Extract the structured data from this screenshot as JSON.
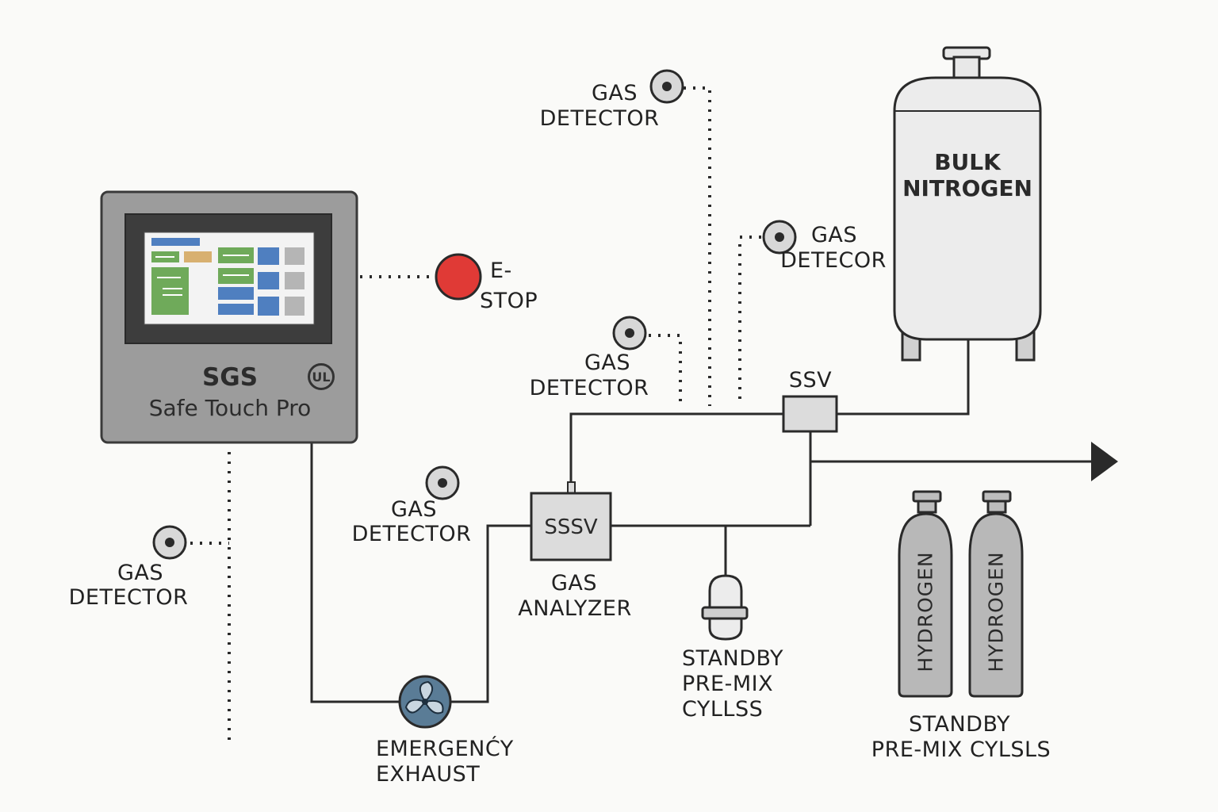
{
  "controller": {
    "brand": "SGS",
    "model": "Safe Touch Pro",
    "badge": "UL"
  },
  "estop": {
    "line1": "E-",
    "line2": "STOP"
  },
  "gas_detectors": [
    {
      "line1": "GAS",
      "line2": "DETECTOR"
    },
    {
      "line1": "GAS",
      "line2": "DETECOR"
    },
    {
      "line1": "GAS",
      "line2": "DETECTOR"
    },
    {
      "line1": "GAS",
      "line2": "DETECTOR"
    },
    {
      "line1": "GAS",
      "line2": "DETECTOR"
    }
  ],
  "tank": {
    "line1": "BULK",
    "line2": "NITROGEN"
  },
  "valves": {
    "ssv": "SSV",
    "sssv": "SSSV"
  },
  "gas_analyzer": {
    "line1": "GAS",
    "line2": "ANALYZER"
  },
  "exhaust": {
    "line1": "EMERGENĆY",
    "line2": "EXHAUST"
  },
  "standby_small": {
    "line1": "STANDBY",
    "line2": "PRE-MIX",
    "line3": "CYLLSS"
  },
  "hydrogen": {
    "cyl1": "HYDROGEN",
    "cyl2": "HYDROGEN",
    "line1": "STANDBY",
    "line2": "PRE-MIX CYLSLS"
  },
  "colors": {
    "estop": "#e03a36",
    "panel": "#9c9c9c",
    "screen_green": "#6faa5a",
    "screen_blue": "#4f7fc0",
    "screen_tan": "#d8b070",
    "fan": "#5a7c96"
  }
}
